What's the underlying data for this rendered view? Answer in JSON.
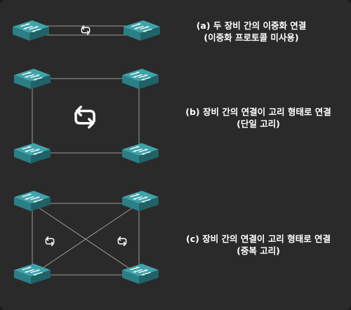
{
  "captions": {
    "a": {
      "line1": "(a) 두 장비 간의 이중화 연결",
      "line2": "(이중화 프로토콜 미사용)"
    },
    "b": {
      "line1": "(b) 장비 간의 연결이 고리 형태로 연결",
      "line2": "(단일 고리)"
    },
    "c": {
      "line1": "(c) 장비 간의 연결이 고리 형태로 연결",
      "line2": "(중복 고리)"
    }
  },
  "icons": {
    "switch": "network-switch-icon",
    "loop": "loop-arrows-icon"
  },
  "colors": {
    "background": "#2a2a2a",
    "switch_top": "#3fa3aa",
    "switch_front": "#2b7f86",
    "switch_side": "#1f6268",
    "link_line": "#9a9a9a",
    "loop_icon": "#ffffff"
  }
}
